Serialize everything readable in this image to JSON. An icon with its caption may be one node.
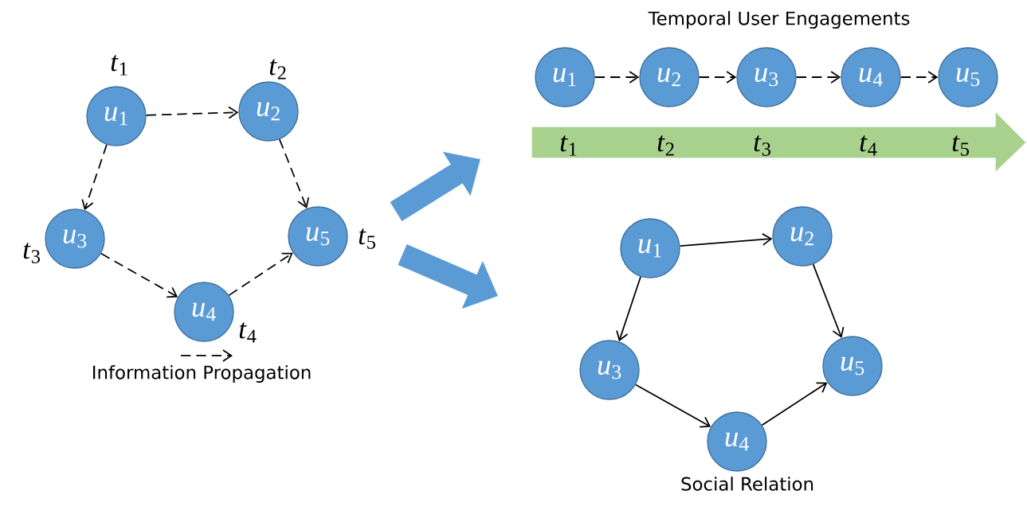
{
  "diagram": {
    "nodes": [
      {
        "text": [
          "*u*$_{1}$"
        ],
        "beside": [
          "*t*$_{1}$"
        ]
      },
      {
        "text": [
          "*u*$_{2}$"
        ],
        "beside": [
          "*t*$_{2}$"
        ]
      },
      {
        "text": [
          "*u*$_{3}$"
        ],
        "beside": [
          "*t*$_{3}$"
        ]
      },
      {
        "text": [
          "*u*$_{4}$"
        ],
        "beside": [
          "*t*$_{4}$"
        ]
      },
      {
        "text": [
          "*u*$_{5}$"
        ],
        "beside": [
          "*t*$_{5}$"
        ]
      },
      {
        "text": [
          "*u*$_{1}$"
        ]
      },
      {
        "text": [
          "*u*$_{2}$"
        ]
      },
      {
        "text": [
          "*u*$_{3}$"
        ]
      },
      {
        "text": [
          "*u*$_{4}$"
        ]
      },
      {
        "text": [
          "*u*$_{5}$"
        ]
      },
      {
        "text": [
          "*u*$_{1}$"
        ]
      },
      {
        "text": [
          "*u*$_{2}$"
        ]
      },
      {
        "text": [
          "*u*$_{3}$"
        ]
      },
      {
        "text": [
          "*u*$_{4}$"
        ]
      },
      {
        "text": [
          "*u*$_{5}$"
        ]
      },
      {
        "text": [
          "*t*$_{1}$",
          "*t*$_{2}$",
          "*t*$_{3}$",
          "*t*$_{4}$",
          "*t*$_{5}$"
        ]
      }
    ],
    "edges": [
      {
        "from": 0,
        "to": 1,
        "arrow": "to",
        "style": "dashed"
      },
      {
        "from": 0,
        "to": 2,
        "arrow": "to",
        "style": "dashed"
      },
      {
        "from": 1,
        "to": 4,
        "arrow": "to",
        "style": "dashed"
      },
      {
        "from": 2,
        "to": 3,
        "arrow": "to",
        "style": "dashed"
      },
      {
        "from": 3,
        "to": 4,
        "arrow": "to",
        "style": "dashed"
      },
      {
        "from": 5,
        "to": 6,
        "arrow": "to",
        "style": "dashed"
      },
      {
        "from": 6,
        "to": 7,
        "arrow": "to",
        "style": "dashed"
      },
      {
        "from": 7,
        "to": 8,
        "arrow": "to",
        "style": "dashed"
      },
      {
        "from": 8,
        "to": 9,
        "arrow": "to",
        "style": "dashed"
      },
      {
        "from": 10,
        "to": 11,
        "arrow": "to"
      },
      {
        "from": 10,
        "to": 12,
        "arrow": "to"
      },
      {
        "from": 11,
        "to": 14,
        "arrow": "to"
      },
      {
        "from": 12,
        "to": 13,
        "arrow": "to"
      },
      {
        "from": 13,
        "to": 14,
        "arrow": "to"
      }
    ],
    "labels": [
      "Temporal User Engagements",
      "Social Relation"
    ],
    "legend": [
      {
        "text": "Information Propagation"
      }
    ]
  }
}
